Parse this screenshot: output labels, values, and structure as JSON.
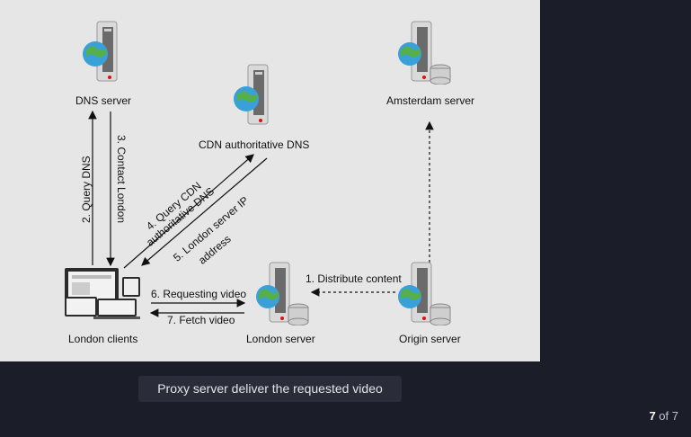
{
  "nodes": {
    "dns_server": "DNS server",
    "cdn_dns": "CDN authoritative DNS",
    "amsterdam": "Amsterdam server",
    "london_clients": "London clients",
    "london_server": "London server",
    "origin_server": "Origin server"
  },
  "edges": {
    "query_dns": "2. Query DNS",
    "contact_london": "3. Contact London",
    "query_cdn_1": "4. Query CDN",
    "query_cdn_2": "authoritative  DNS",
    "london_ip_1": "5. London server IP",
    "london_ip_2": "address",
    "requesting_video": "6. Requesting video",
    "fetch_video": "7. Fetch video",
    "distribute": "1. Distribute content"
  },
  "caption": "Proxy server deliver the requested video",
  "pager": {
    "current": "7",
    "sep": "of",
    "total": "7"
  },
  "colors": {
    "slide_bg": "#e6e6e6",
    "page_bg": "#1b1d29",
    "globe": "#3aa0d8"
  }
}
